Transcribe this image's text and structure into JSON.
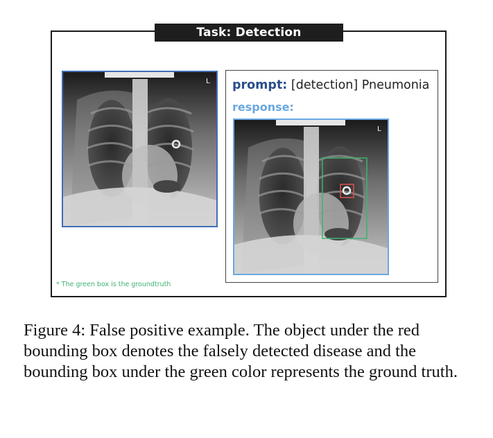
{
  "task_label": "Task: Detection",
  "prompt": {
    "key": "prompt:",
    "value": "[detection] Pneumonia"
  },
  "response_label": "response:",
  "xray_marker": "L",
  "note": "* The green box is the groundtruth",
  "caption": "Figure 4: False positive example. The object under the red bounding box denotes the falsely detected disease and the bounding box under the green color represents the ground truth.",
  "colors": {
    "groundtruth_box": "#3cb371",
    "false_positive_box": "#e05050",
    "prompt_key": "#2b4e8c",
    "response_label": "#6aa8e0",
    "image_border_left": "#3f6fb5",
    "image_border_right": "#6aa8e0"
  }
}
